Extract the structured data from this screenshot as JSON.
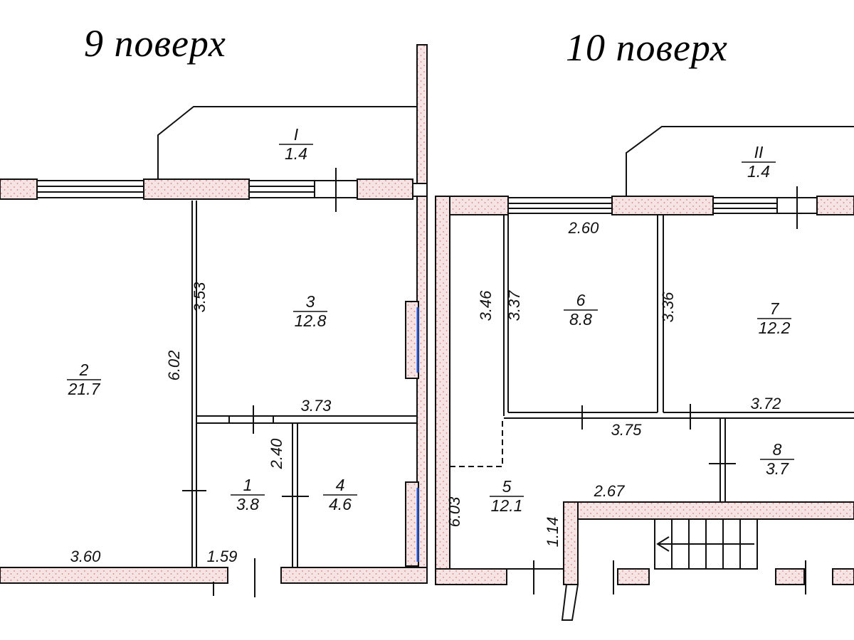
{
  "titles": {
    "left": "9 поверх",
    "right": "10 поверх"
  },
  "colors": {
    "wall_fill": "#f6e4e4",
    "wall_dots": "#d98080",
    "line": "#111111",
    "radiator": "#2255cc"
  },
  "floor9": {
    "rooms": [
      {
        "id": "I",
        "num": "I",
        "area": "1.4"
      },
      {
        "id": "2",
        "num": "2",
        "area": "21.7"
      },
      {
        "id": "3",
        "num": "3",
        "area": "12.8"
      },
      {
        "id": "1",
        "num": "1",
        "area": "3.8"
      },
      {
        "id": "4",
        "num": "4",
        "area": "4.6"
      }
    ],
    "dimensions": [
      "3.53",
      "6.02",
      "3.73",
      "2.40",
      "3.60",
      "1.59"
    ]
  },
  "floor10": {
    "rooms": [
      {
        "id": "II",
        "num": "II",
        "area": "1.4"
      },
      {
        "id": "6",
        "num": "6",
        "area": "8.8"
      },
      {
        "id": "7",
        "num": "7",
        "area": "12.2"
      },
      {
        "id": "5",
        "num": "5",
        "area": "12.1"
      },
      {
        "id": "8",
        "num": "8",
        "area": "3.7"
      }
    ],
    "dimensions": [
      "2.60",
      "3.46",
      "3.37",
      "3.36",
      "3.72",
      "3.75",
      "6.03",
      "2.67",
      "1.14"
    ]
  }
}
